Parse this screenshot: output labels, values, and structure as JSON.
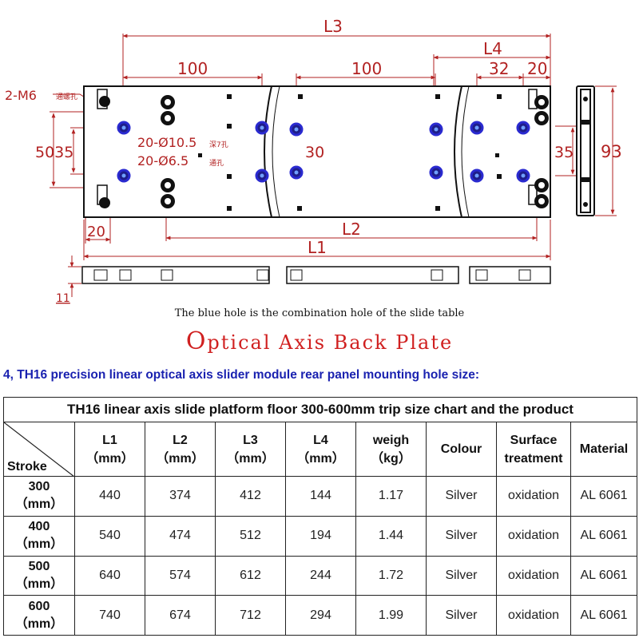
{
  "drawing": {
    "labels": {
      "L3": "L3",
      "L4": "L4",
      "L2": "L2",
      "L1": "L1",
      "d100a": "100",
      "d100b": "100",
      "d32": "32",
      "d20top": "20",
      "m6": "2-M6",
      "m6_note": "通螺孔",
      "h105": "20-Ø10.5",
      "h105_note": "深7孔",
      "h65": "20-Ø6.5",
      "h65_note": "通孔",
      "d5035": "5035",
      "d30": "30",
      "d35": "35",
      "d93": "93",
      "d20bottom": "20",
      "d11": "11"
    }
  },
  "caption": {
    "note": "The blue hole is the combination hole of the slide table",
    "title": "Optical Axis Back Plate",
    "section_heading": "4, TH16 precision linear optical axis slider module rear panel mounting hole size:"
  },
  "table": {
    "caption": "TH16 linear axis slide platform floor 300-600mm trip size chart and the product",
    "stroke_label": "Stroke",
    "headers": [
      {
        "name": "L1",
        "unit": "（mm）"
      },
      {
        "name": "L2",
        "unit": "（mm）"
      },
      {
        "name": "L3",
        "unit": "（mm）"
      },
      {
        "name": "L4",
        "unit": "（mm）"
      },
      {
        "name": "weigh",
        "unit": "（kg）"
      },
      {
        "name": "Colour",
        "unit": ""
      },
      {
        "name": "Surface",
        "unit": "treatment"
      },
      {
        "name": "Material",
        "unit": ""
      }
    ],
    "rows": [
      {
        "stroke": "300",
        "unit": "（mm）",
        "cells": [
          "440",
          "374",
          "412",
          "144",
          "1.17",
          "Silver",
          "oxidation",
          "AL 6061"
        ]
      },
      {
        "stroke": "400",
        "unit": "（mm）",
        "cells": [
          "540",
          "474",
          "512",
          "194",
          "1.44",
          "Silver",
          "oxidation",
          "AL 6061"
        ]
      },
      {
        "stroke": "500",
        "unit": "（mm）",
        "cells": [
          "640",
          "574",
          "612",
          "244",
          "1.72",
          "Silver",
          "oxidation",
          "AL 6061"
        ]
      },
      {
        "stroke": "600",
        "unit": "（mm）",
        "cells": [
          "740",
          "674",
          "712",
          "294",
          "1.99",
          "Silver",
          "oxidation",
          "AL 6061"
        ]
      }
    ]
  },
  "colors": {
    "dimension": "#b22222",
    "blue_hole": "#2a2ad0",
    "heading": "#1a22b0",
    "title": "#d02020"
  }
}
